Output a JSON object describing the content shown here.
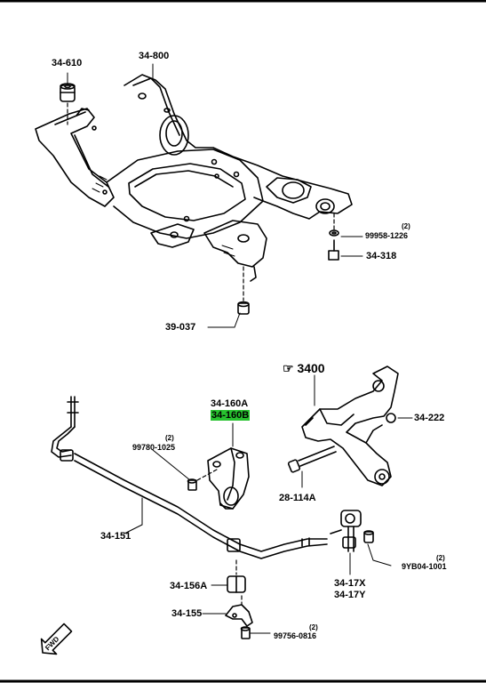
{
  "labels": {
    "crossmember": "34-800",
    "mount_bushing": "34-610",
    "bolt_qty": "(2)",
    "bolt_part": "99958-1226",
    "bolt_318": "34-318",
    "nut_037": "39-037",
    "ref_symbol": "☞",
    "ref_3400": "3400",
    "arm_222": "34-222",
    "bracket_a": "34-160A",
    "bracket_b": "34-160B",
    "bolt_1025_qty": "(2)",
    "bolt_1025": "99780-1025",
    "bolt_114a": "28-114A",
    "stabilizer": "34-151",
    "bushing_156a": "34-156A",
    "clamp_155": "34-155",
    "bolt_0816_qty": "(2)",
    "bolt_0816": "99756-0816",
    "link_17x": "34-17X",
    "link_17y": "34-17Y",
    "nut_1001_qty": "(2)",
    "nut_1001": "9YB04-1001",
    "fwd": "FWD"
  },
  "colors": {
    "highlight": "#27c22f",
    "ink": "#000000",
    "paper": "#ffffff"
  }
}
